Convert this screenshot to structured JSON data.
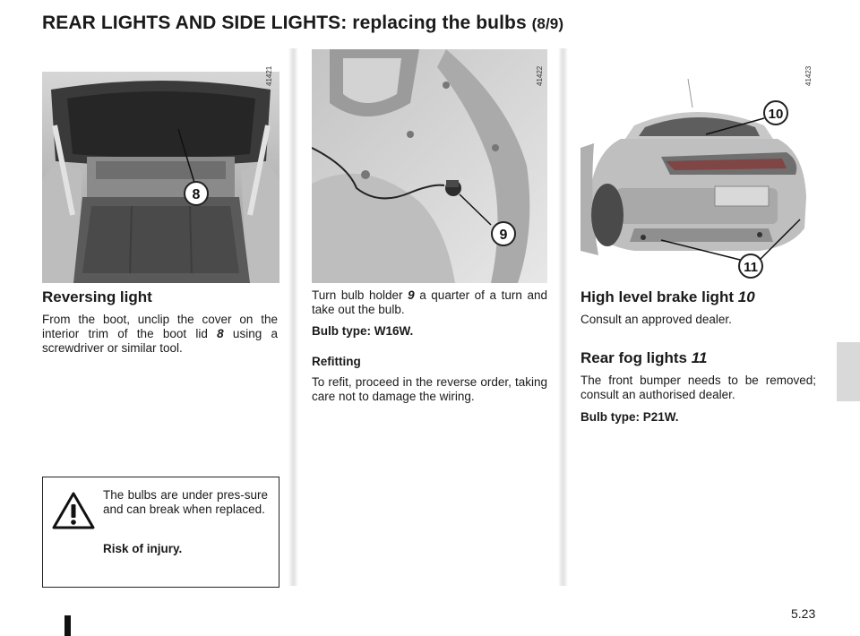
{
  "page": {
    "title": "REAR LIGHTS AND SIDE LIGHTS: replacing the bulbs",
    "title_part": "(8/9)",
    "page_number": "5.23"
  },
  "colors": {
    "text": "#1a1a1a",
    "callout_fill": "#ffffff",
    "callout_stroke": "#222222",
    "tab": "#d9d9d9"
  },
  "images": [
    {
      "ref": "41421",
      "callout": "8",
      "icon": "car-boot-interior-photo"
    },
    {
      "ref": "41422",
      "callout": "9",
      "icon": "bulb-holder-photo"
    },
    {
      "ref": "41423",
      "callouts": [
        "10",
        "11"
      ],
      "icon": "car-rear-view-photo"
    }
  ],
  "col1": {
    "heading": "Reversing light",
    "text_before": "From the boot, unclip the cover on the interior trim of the boot lid ",
    "ref": "8",
    "text_after": " using a screwdriver or similar tool."
  },
  "col2": {
    "text_before": "Turn bulb holder ",
    "ref": "9",
    "text_after": " a quarter of a turn and take out the bulb.",
    "bulb_type": "Bulb type: W16W.",
    "refit_heading": "Refitting",
    "refit_text": "To refit, proceed in the reverse order, taking care not to damage the wiring."
  },
  "col3": {
    "heading1": "High level brake light",
    "heading1_ref": "10",
    "text1": "Consult an approved dealer.",
    "heading2": "Rear fog lights",
    "heading2_ref": "11",
    "text2": "The front bumper needs to be removed; consult an authorised dealer.",
    "bulb_type": "Bulb type: P21W."
  },
  "warning": {
    "icon": "warning-triangle-icon",
    "text": "The bulbs are under pres-sure and can break when replaced.",
    "emphasis": "Risk of injury."
  }
}
